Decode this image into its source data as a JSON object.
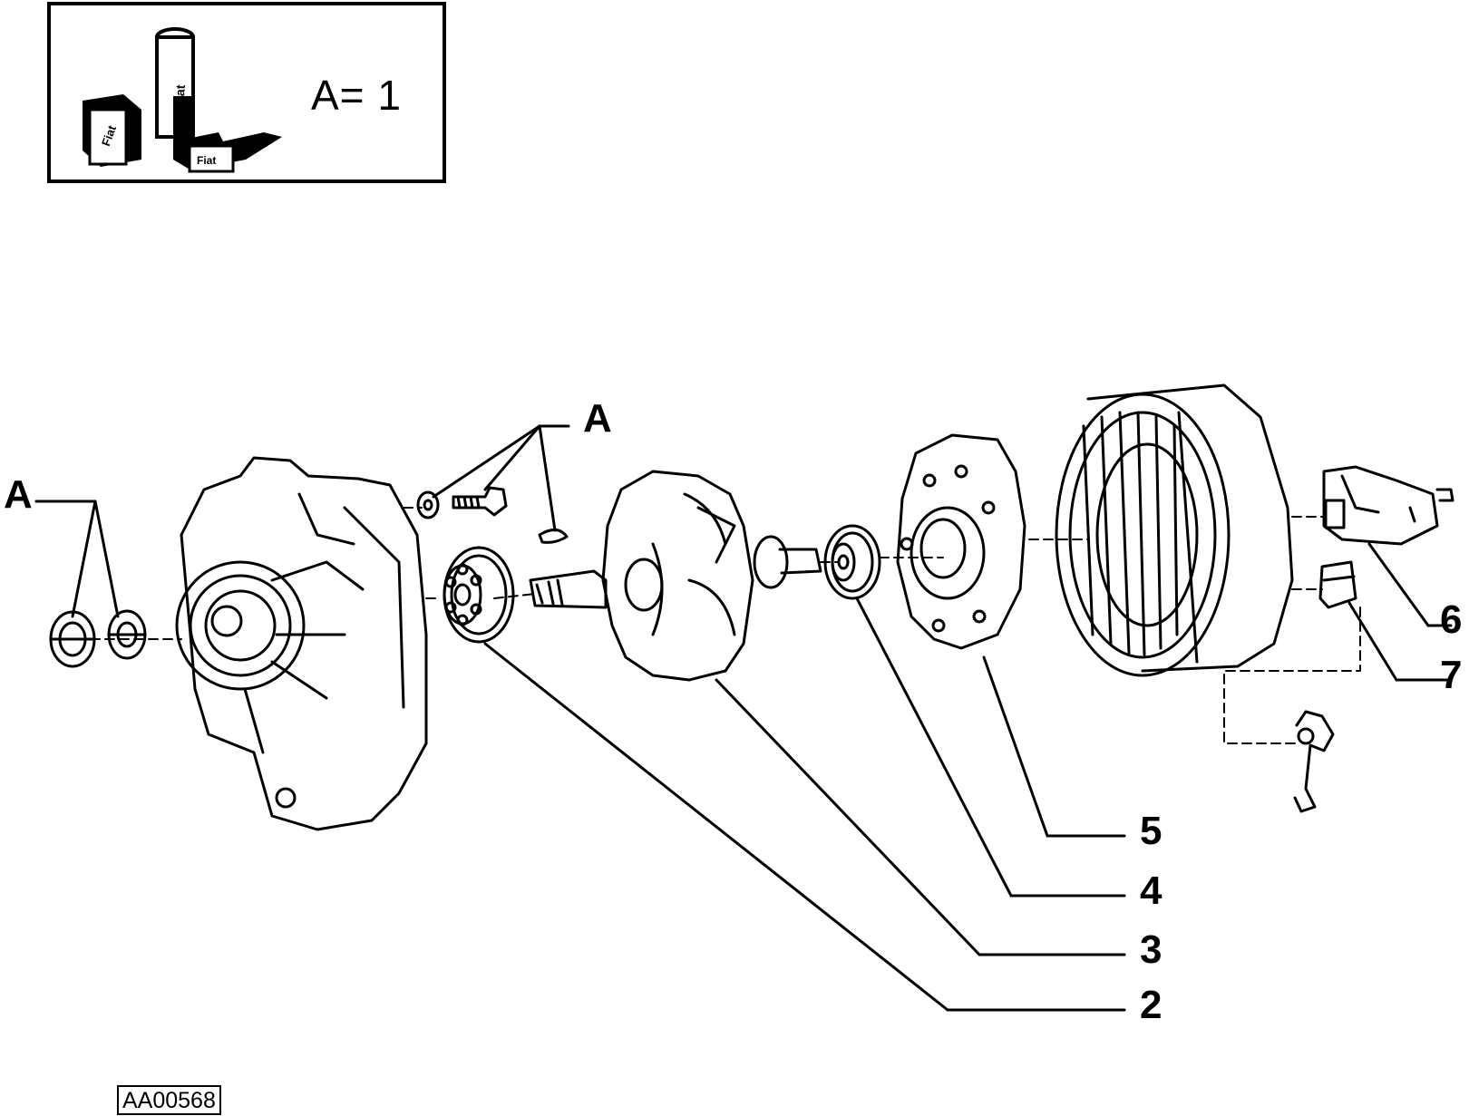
{
  "legend": {
    "text": "A= 1",
    "icon": "sealant-tube-and-boxes-icon",
    "icon_labels": [
      "Fiat",
      "Fiat",
      "Fiat"
    ]
  },
  "labels": {
    "a_left": "A",
    "a_top": "A",
    "n2": "2",
    "n3": "3",
    "n4": "4",
    "n5": "5",
    "n6": "6",
    "n7": "7"
  },
  "reference_code": "AA00568"
}
